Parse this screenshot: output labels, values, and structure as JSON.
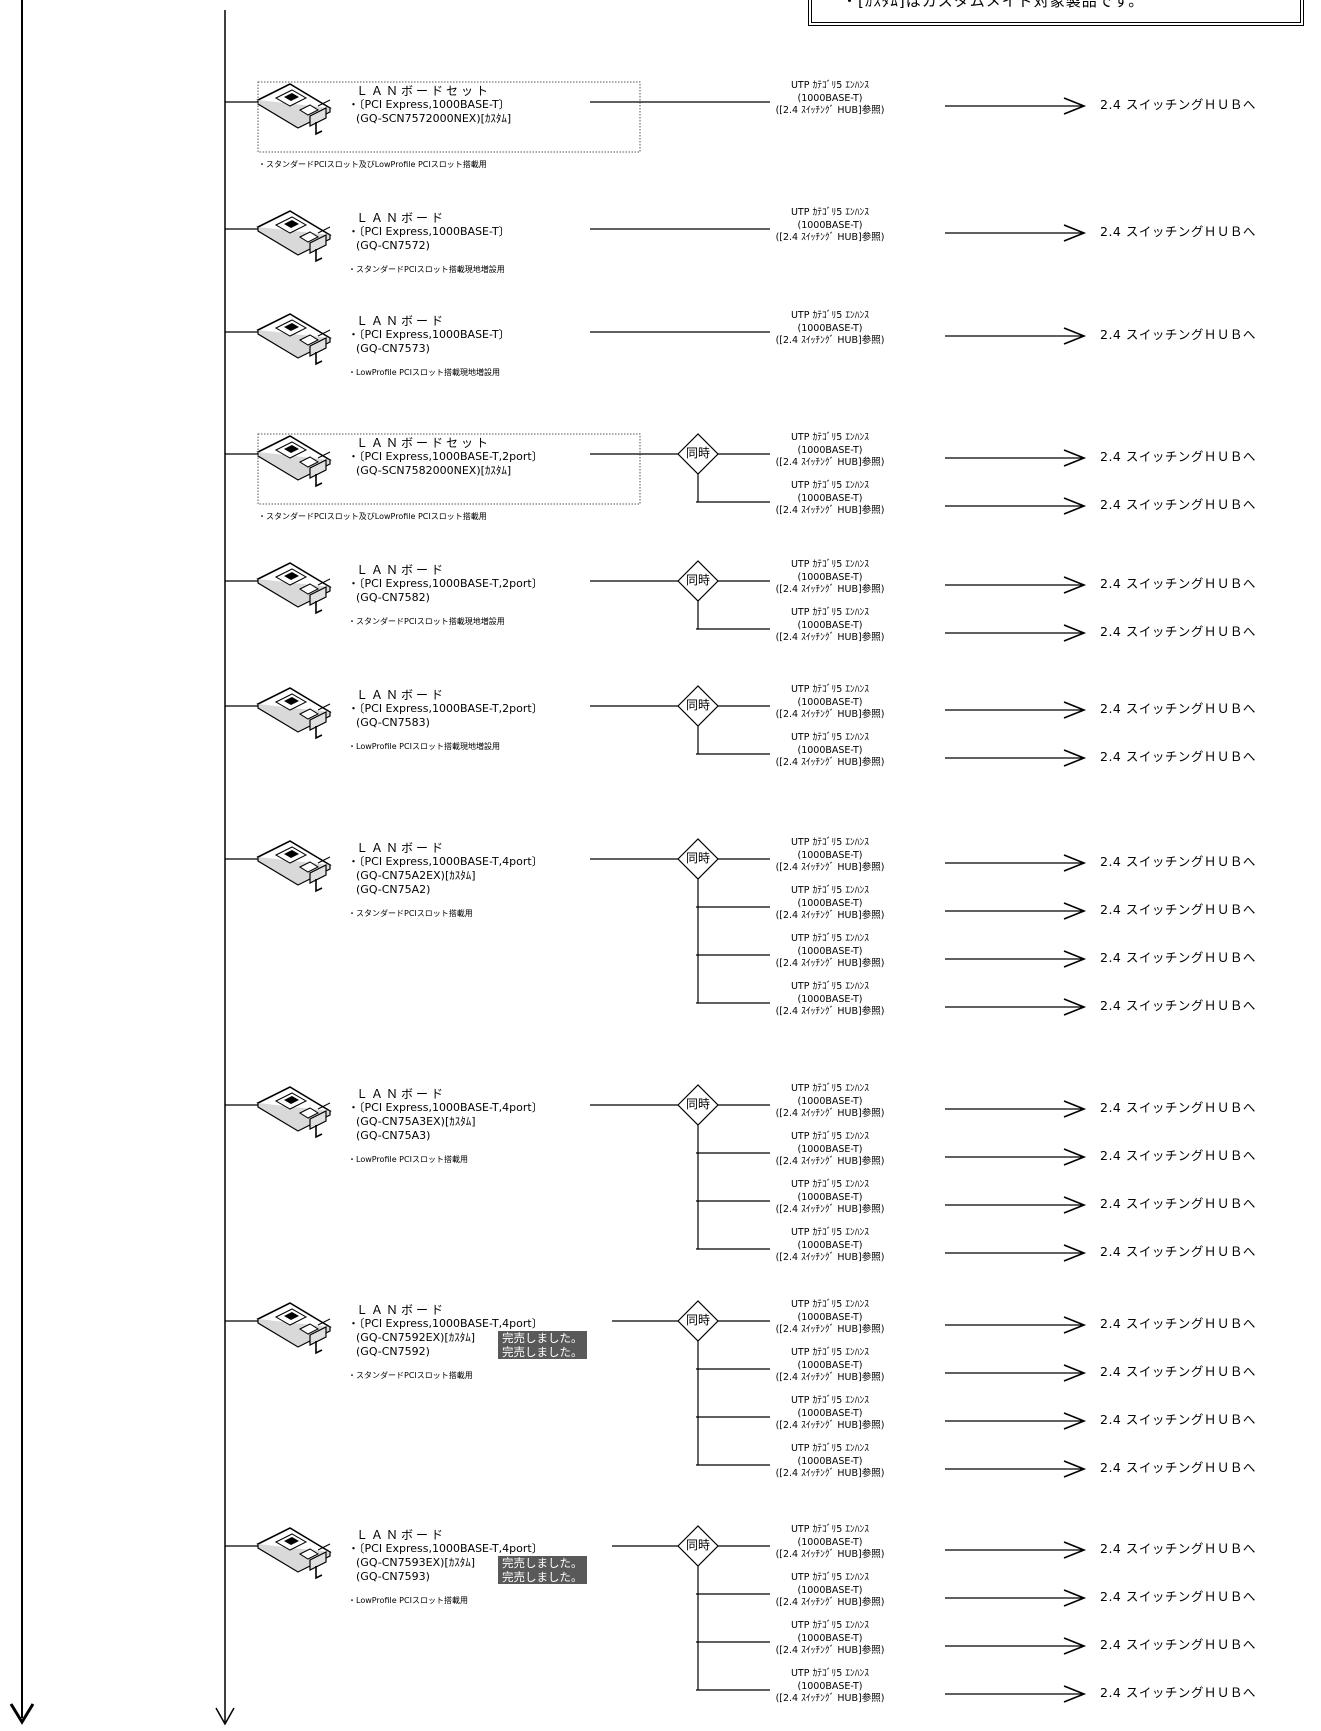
{
  "legend": {
    "text": "・[ｶｽﾀﾑ]はカスタムメイド対象製品です。"
  },
  "sold_out_label": "完売しました。",
  "simultaneous_label": "同時",
  "cable": {
    "line1": "UTP ｶﾃｺﾞﾘ5 ｴﾝﾊﾝｽ",
    "line2": "(1000BASE-T)",
    "line3": "([2.4 ｽｲｯﾁﾝｸﾞ HUB]参照)"
  },
  "destination_label": "2.4 スイッチングＨＵＢへ",
  "products": [
    {
      "title": "ＬＡＮボードセット",
      "lines": [
        "・〔PCI Express,1000BASE-T〕",
        "(GQ-SCN7572000NEX)[ｶｽﾀﾑ]"
      ],
      "note": "・スタンダードPCIスロット及びLowProfile PCIスロット搭載用",
      "boxed": true,
      "ports": 1,
      "sold_out_lines": []
    },
    {
      "title": "ＬＡＮボード",
      "lines": [
        "・〔PCI Express,1000BASE-T〕",
        "(GQ-CN7572)"
      ],
      "note": "・スタンダードPCIスロット搭載現地増設用",
      "boxed": false,
      "ports": 1,
      "sold_out_lines": []
    },
    {
      "title": "ＬＡＮボード",
      "lines": [
        "・〔PCI Express,1000BASE-T〕",
        "(GQ-CN7573)"
      ],
      "note": "・LowProfile PCIスロット搭載現地増設用",
      "boxed": false,
      "ports": 1,
      "sold_out_lines": []
    },
    {
      "title": "ＬＡＮボードセット",
      "lines": [
        "・〔PCI Express,1000BASE-T,2port〕",
        "(GQ-SCN7582000NEX)[ｶｽﾀﾑ]"
      ],
      "note": "・スタンダードPCIスロット及びLowProfile PCIスロット搭載用",
      "boxed": true,
      "ports": 2,
      "sold_out_lines": []
    },
    {
      "title": "ＬＡＮボード",
      "lines": [
        "・〔PCI Express,1000BASE-T,2port〕",
        "(GQ-CN7582)"
      ],
      "note": "・スタンダードPCIスロット搭載現地増設用",
      "boxed": false,
      "ports": 2,
      "sold_out_lines": []
    },
    {
      "title": "ＬＡＮボード",
      "lines": [
        "・〔PCI Express,1000BASE-T,2port〕",
        "(GQ-CN7583)"
      ],
      "note": "・LowProfile PCIスロット搭載現地増設用",
      "boxed": false,
      "ports": 2,
      "sold_out_lines": []
    },
    {
      "title": "ＬＡＮボード",
      "lines": [
        "・〔PCI Express,1000BASE-T,4port〕",
        "(GQ-CN75A2EX)[ｶｽﾀﾑ]",
        "(GQ-CN75A2)"
      ],
      "note": "・スタンダードPCIスロット搭載用",
      "boxed": false,
      "ports": 4,
      "sold_out_lines": []
    },
    {
      "title": "ＬＡＮボード",
      "lines": [
        "・〔PCI Express,1000BASE-T,4port〕",
        "(GQ-CN75A3EX)[ｶｽﾀﾑ]",
        "(GQ-CN75A3)"
      ],
      "note": "・LowProfile PCIスロット搭載用",
      "boxed": false,
      "ports": 4,
      "sold_out_lines": []
    },
    {
      "title": "ＬＡＮボード",
      "lines": [
        "・〔PCI Express,1000BASE-T,4port〕",
        "(GQ-CN7592EX)[ｶｽﾀﾑ]",
        "(GQ-CN7592)"
      ],
      "note": "・スタンダードPCIスロット搭載用",
      "boxed": false,
      "ports": 4,
      "sold_out_lines": [
        1,
        2
      ]
    },
    {
      "title": "ＬＡＮボード",
      "lines": [
        "・〔PCI Express,1000BASE-T,4port〕",
        "(GQ-CN7593EX)[ｶｽﾀﾑ]",
        "(GQ-CN7593)"
      ],
      "note": "・LowProfile PCIスロット搭載用",
      "boxed": false,
      "ports": 4,
      "sold_out_lines": [
        1,
        2
      ]
    }
  ]
}
